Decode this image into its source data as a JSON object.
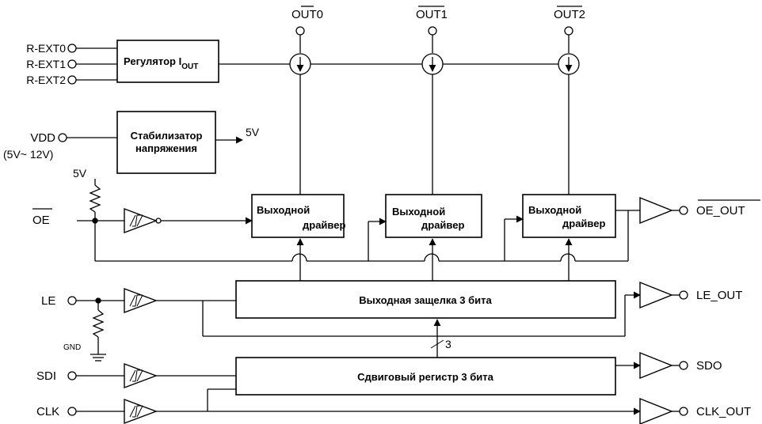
{
  "pins": {
    "out0": "OUT0",
    "out1": "OUT1",
    "out2": "OUT2",
    "rext0": "R-EXT0",
    "rext1": "R-EXT1",
    "rext2": "R-EXT2",
    "vdd": "VDD",
    "vdd_range": "(5V~ 12V)",
    "v5_top": "5V",
    "v5_out": "5V",
    "oe": "OE",
    "le": "LE",
    "gnd": "GND",
    "sdi": "SDI",
    "clk": "CLK",
    "oe_out": "OE_OUT",
    "le_out": "LE_OUT",
    "sdo": "SDO",
    "clk_out": "CLK_OUT",
    "bus_width": "3"
  },
  "blocks": {
    "regulator": "Регулятор I",
    "regulator_sub": "OUT",
    "stabilizer_line1": "Стабилизатор",
    "stabilizer_line2": "напряжения",
    "driver_line1": "Выходной",
    "driver_line2": "драйвер",
    "latch": "Выходная защелка 3 бита",
    "shift": "Сдвиговый регистр 3 бита"
  }
}
